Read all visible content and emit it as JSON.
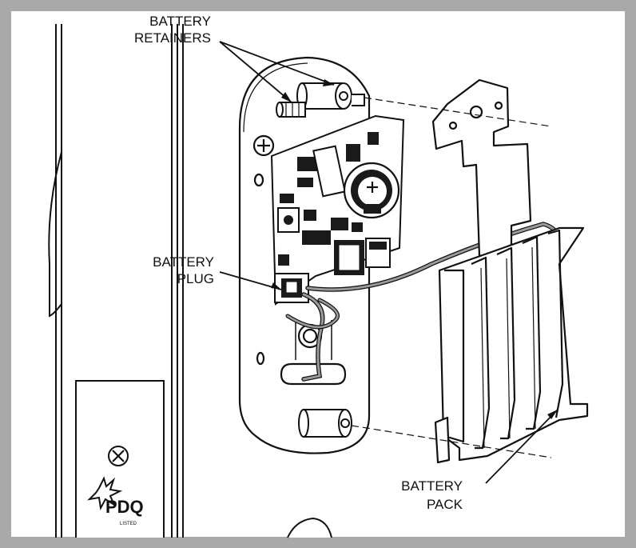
{
  "labels": {
    "retainers_line1": "BATTERY",
    "retainers_line2": "RETAINERS",
    "plug_line1": "BATTERY",
    "plug_line2": "PLUG",
    "pack_line1": "BATTERY",
    "pack_line2": "PACK"
  },
  "logo": {
    "brand": "PDQ",
    "tagline": "LISTED"
  },
  "colors": {
    "frame": "#a9a9a9",
    "line": "#111111",
    "wire": "#9a9a9a",
    "board": "#1a1a1a"
  }
}
